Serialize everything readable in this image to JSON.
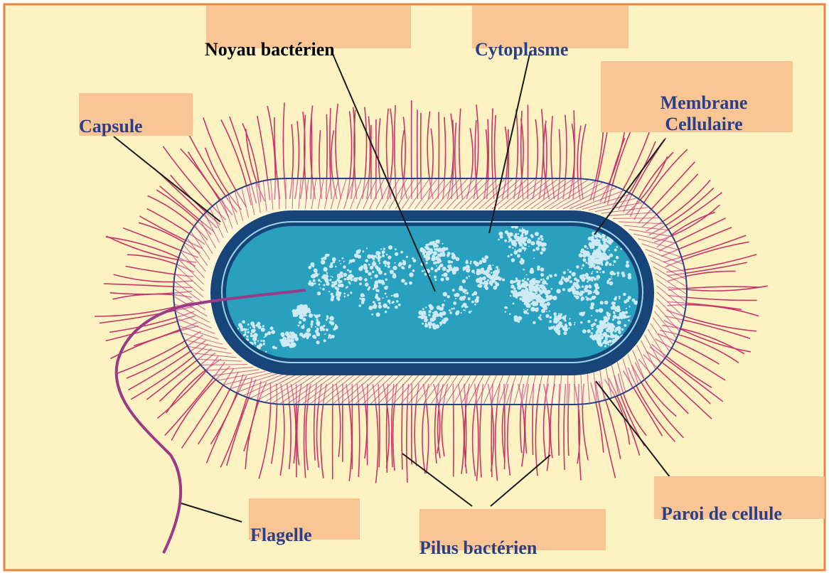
{
  "labels": {
    "noyau": "Noyau bactérien",
    "cytoplasme": "Cytoplasme",
    "membrane_1": "Membrane",
    "membrane_2": "Cellulaire",
    "capsule": "Capsule",
    "paroi": "Paroi de cellule",
    "flagelle": "Flagelle",
    "pilus": "Pilus bactérien"
  },
  "colors": {
    "background": "#fcf2c2",
    "frame": "#e8853f",
    "label_box": "#f9c595",
    "label_text": "#2b3f86",
    "pili": "#c8356a",
    "cell_wall": "#17457a",
    "cytoplasm": "#2aa0bf",
    "nucleoid": "#cdeaf5",
    "flagellum": "#9b3a86",
    "leader_line": "#1b1b1b"
  }
}
